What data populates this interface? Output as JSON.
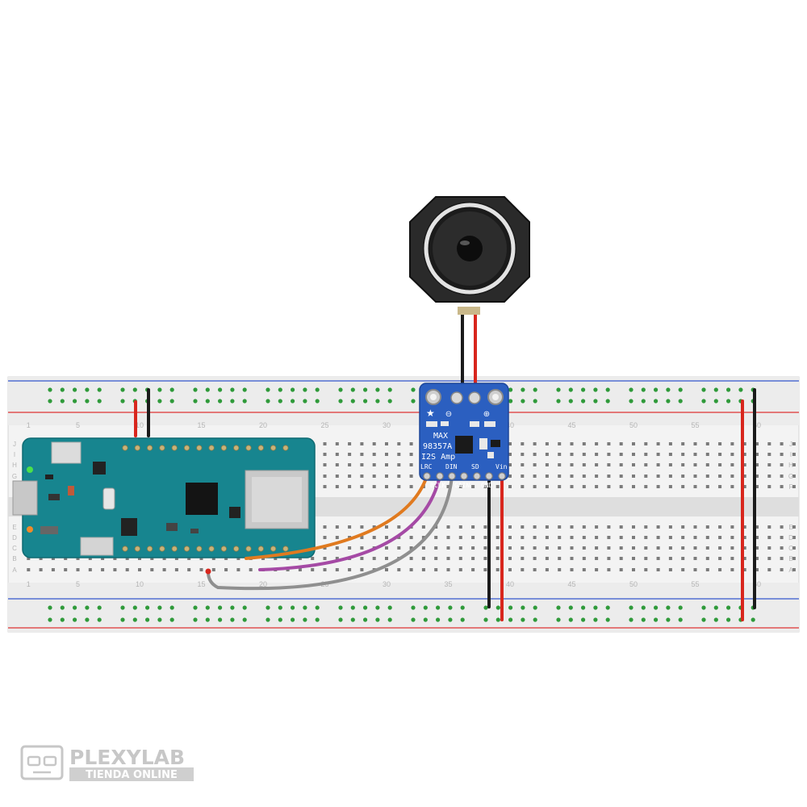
{
  "breadboard": {
    "column_labels": [
      "1",
      "5",
      "10",
      "15",
      "20",
      "25",
      "30",
      "35",
      "40",
      "45",
      "50",
      "55",
      "60"
    ],
    "row_labels_top": [
      "J",
      "I",
      "H",
      "G",
      "F"
    ],
    "row_labels_bottom": [
      "E",
      "D",
      "C",
      "B",
      "A"
    ]
  },
  "amp_module": {
    "title_line1": "MAX",
    "title_line2": "98357A",
    "title_line3": "I2S Amp",
    "pin_labels_top": [
      "LRC",
      "DIN",
      "SD",
      "Vin"
    ],
    "pin_labels_bottom": [
      "BCLK",
      "GAIN",
      "GND"
    ],
    "minus_symbol": "⊖",
    "plus_symbol": "⊕"
  },
  "watermark": {
    "brand": "PLEXYLAB",
    "tagline": "TIENDA ONLINE"
  },
  "colors": {
    "board_teal": "#17858f",
    "amp_blue": "#2b5fc0",
    "wire_red": "#d8261d",
    "wire_black": "#1b1b1b",
    "wire_orange": "#e07a1f",
    "wire_purple": "#a54aa5",
    "wire_gray": "#8f8f8f",
    "rail_red": "#d33",
    "rail_blue": "#3355cc"
  }
}
